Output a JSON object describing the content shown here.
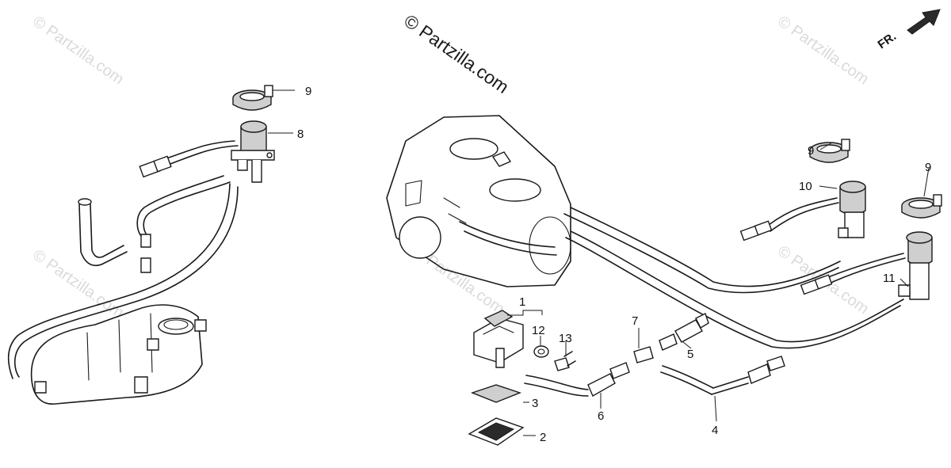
{
  "watermark": {
    "main": "© Partzilla.com",
    "faint": "© Partzilla.com"
  },
  "direction_marker": {
    "label": "FR."
  },
  "callouts": {
    "n1": "1",
    "n2": "2",
    "n3": "3",
    "n4": "4",
    "n5": "5",
    "n6": "6",
    "n7": "7",
    "n8": "8",
    "n9a": "9",
    "n9b": "9",
    "n9c": "9",
    "n10": "10",
    "n11": "11",
    "n12": "12",
    "n13": "13"
  }
}
